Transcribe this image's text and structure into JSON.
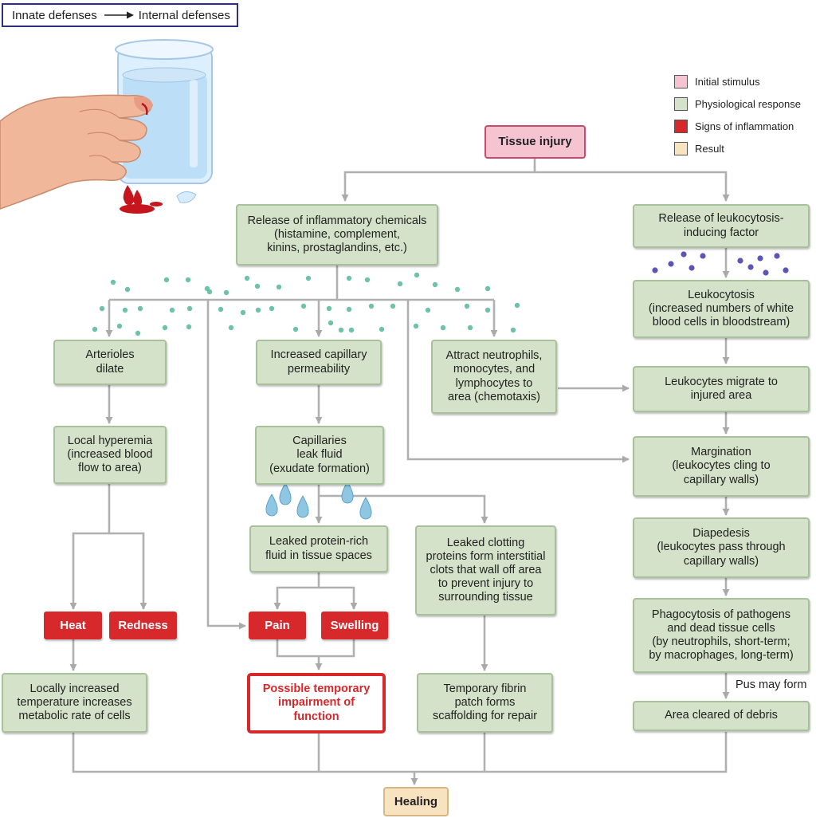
{
  "header": {
    "from": "Innate defenses",
    "to": "Internal defenses"
  },
  "legend": [
    {
      "label": "Initial stimulus",
      "color": "#f6c4d0"
    },
    {
      "label": "Physiological response",
      "color": "#d3e2c8"
    },
    {
      "label": "Signs of inflammation",
      "color": "#d7282b"
    },
    {
      "label": "Result",
      "color": "#f8e3c0"
    }
  ],
  "nodes": {
    "tissue_injury": "Tissue injury",
    "release_chem": "Release of inflammatory chemicals\n(histamine, complement,\nkinins, prostaglandins, etc.)",
    "release_leuk": "Release of leukocytosis-\ninducing factor",
    "arterioles": "Arterioles\ndilate",
    "cap_perm": "Increased capillary\npermeability",
    "attract": "Attract neutrophils,\nmonocytes, and\nlymphocytes to\narea (chemotaxis)",
    "leukocytosis": "Leukocytosis\n(increased numbers of white\nblood cells in bloodstream)",
    "migrate": "Leukocytes migrate to\ninjured area",
    "hyperemia": "Local hyperemia\n(increased blood\nflow to area)",
    "cap_leak": "Capillaries\nleak fluid\n(exudate formation)",
    "margination": "Margination\n(leukocytes cling to\ncapillary walls)",
    "leaked_protein": "Leaked protein-rich\nfluid in tissue spaces",
    "clotting": "Leaked clotting\nproteins form interstitial\nclots that wall off area\nto prevent injury to\nsurrounding tissue",
    "diapedesis": "Diapedesis\n(leukocytes pass through\ncapillary walls)",
    "heat": "Heat",
    "redness": "Redness",
    "pain": "Pain",
    "swelling": "Swelling",
    "phago": "Phagocytosis of pathogens\nand dead tissue cells\n(by neutrophils, short-term;\nby macrophages, long-term)",
    "pus_note": "Pus may form",
    "local_temp": "Locally increased\ntemperature increases\nmetabolic rate of cells",
    "impairment": "Possible temporary\nimpairment of\nfunction",
    "fibrin": "Temporary fibrin\npatch forms\nscaffolding for repair",
    "cleared": "Area cleared of debris",
    "healing": "Healing"
  }
}
